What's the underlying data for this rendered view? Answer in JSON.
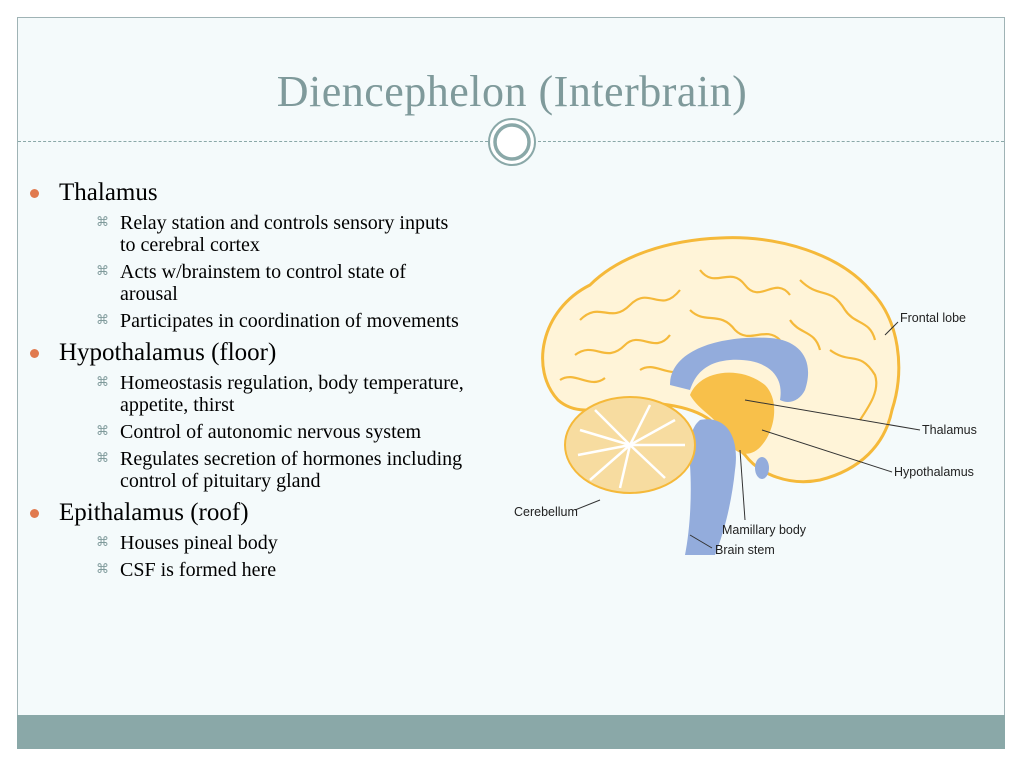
{
  "slide": {
    "title": "Diencephelon (Interbrain)",
    "accent_color": "#7f9a9b",
    "bullet_color": "#e07a4f",
    "footer_color": "#8aa8a8"
  },
  "content": {
    "sections": [
      {
        "heading": "Thalamus",
        "items": [
          "Relay station and controls sensory inputs to  cerebral cortex",
          "Acts w/brainstem to control state of arousal",
          "Participates in coordination of movements"
        ]
      },
      {
        "heading": "Hypothalamus (floor)",
        "items": [
          "Homeostasis regulation, body temperature, appetite, thirst",
          "Control of autonomic nervous system",
          "Regulates secretion of hormones including control of pituitary gland"
        ]
      },
      {
        "heading": "Epithalamus (roof)",
        "items": [
          "Houses pineal body",
          "CSF is formed here"
        ]
      }
    ]
  },
  "diagram": {
    "labels": {
      "frontal_lobe": "Frontal lobe",
      "thalamus": "Thalamus",
      "hypothalamus": "Hypothalamus",
      "cerebellum": "Cerebellum",
      "mamillary_body": "Mamillary body",
      "brain_stem": "Brain stem"
    },
    "colors": {
      "cortex_outline": "#f5b93a",
      "cortex_fill": "#fff4d8",
      "ventricle": "#93acdc",
      "diencephalon": "#f8c04a",
      "cerebellum": "#f7dca0"
    }
  }
}
